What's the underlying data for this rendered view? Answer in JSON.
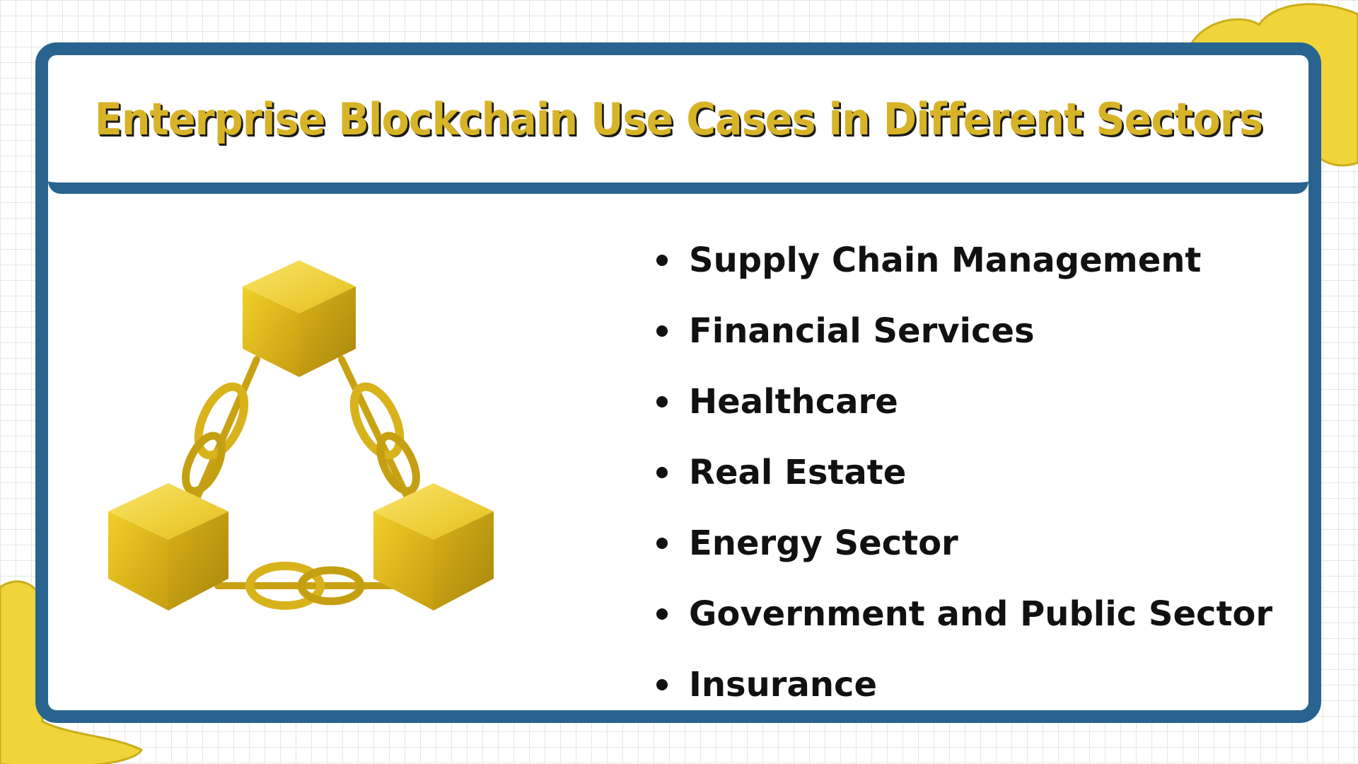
{
  "title": "Enterprise Blockchain Use Cases in Different Sectors",
  "sectors": [
    "Supply Chain Management",
    "Financial Services",
    "Healthcare",
    "Real Estate",
    "Energy Sector",
    "Government and Public Sector",
    "Insurance"
  ],
  "illustration": {
    "icon": "blockchain-cubes-icon",
    "description_colors": {
      "gold": "#e7c21c",
      "gold_dark": "#b8920f"
    }
  },
  "colors": {
    "border": "#28648f",
    "title": "#d7b327",
    "accent_blob": "#f0d43a",
    "text": "#111111"
  }
}
